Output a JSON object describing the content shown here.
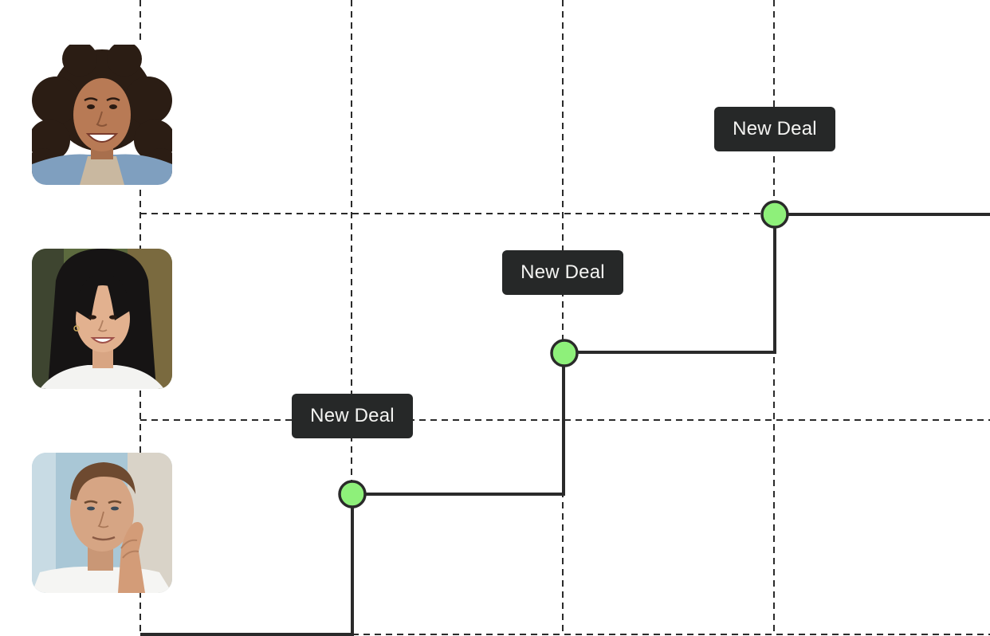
{
  "colors": {
    "grid": "#2a2a2a",
    "step_line": "#2a2a2a",
    "marker_fill": "#8ef07a",
    "marker_stroke": "#2a2a2a",
    "label_bg": "#262828",
    "label_text": "#f4f4f2"
  },
  "avatars": [
    {
      "icon": "avatar-curly-hair-woman-icon"
    },
    {
      "icon": "avatar-dark-hair-woman-icon"
    },
    {
      "icon": "avatar-man-hand-on-chin-icon"
    }
  ],
  "milestones": [
    {
      "label": "New Deal"
    },
    {
      "label": "New Deal"
    },
    {
      "label": "New Deal"
    }
  ]
}
